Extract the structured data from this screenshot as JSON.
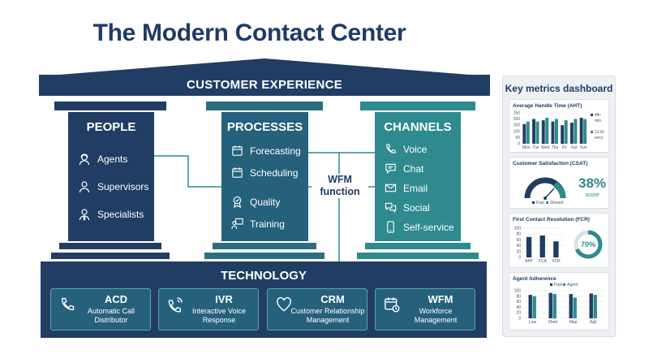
{
  "title": "The Modern Contact Center",
  "roof": {
    "label": "CUSTOMER EXPERIENCE"
  },
  "pillars": [
    {
      "name": "PEOPLE",
      "items": [
        {
          "label": "Agents",
          "icon": "headset-person-icon"
        },
        {
          "label": "Supervisors",
          "icon": "person-icon"
        },
        {
          "label": "Specialists",
          "icon": "person-tie-icon"
        }
      ]
    },
    {
      "name": "PROCESSES",
      "items": [
        {
          "label": "Forecasting",
          "icon": "calendar-icon"
        },
        {
          "label": "Scheduling",
          "icon": "calendar-icon"
        },
        {
          "label": "Quality",
          "icon": "award-icon"
        },
        {
          "label": "Training",
          "icon": "training-icon"
        }
      ]
    },
    {
      "name": "CHANNELS",
      "items": [
        {
          "label": "Voice",
          "icon": "phone-icon"
        },
        {
          "label": "Chat",
          "icon": "chat-icon"
        },
        {
          "label": "Email",
          "icon": "email-icon"
        },
        {
          "label": "Social",
          "icon": "social-icon"
        },
        {
          "label": "Self-service",
          "icon": "mobile-icon"
        }
      ]
    }
  ],
  "wfm_function": {
    "line1": "WFM",
    "line2": "function"
  },
  "technology": {
    "title": "TECHNOLOGY",
    "items": [
      {
        "title": "ACD",
        "subtitle_line1": "Automatic Call",
        "subtitle_line2": "Distributor",
        "icon": "phone-icon"
      },
      {
        "title": "IVR",
        "subtitle_line1": "Interactive Voice",
        "subtitle_line2": "Response",
        "icon": "phone-wave-icon"
      },
      {
        "title": "CRM",
        "subtitle_line1": "Customer Relationship",
        "subtitle_line2": "Management",
        "icon": "heart-icon"
      },
      {
        "title": "WFM",
        "subtitle_line1": "Workforce",
        "subtitle_line2": "Management",
        "icon": "calendar-clock-icon"
      }
    ]
  },
  "colors": {
    "navy": "#213d63",
    "teal": "#25617a",
    "accent": "#2e8a8f"
  },
  "dashboard": {
    "title": "Key metrics dashboard",
    "panels": [
      {
        "title": "Average Handle Time (AHT)",
        "legend": [
          "4th",
          "min",
          "13.6t",
          "secs"
        ]
      },
      {
        "title": "Customer Satisfaction (CSAT)",
        "value": "38%",
        "value_label": "score",
        "legend": [
          "Fast",
          "Slowed"
        ]
      },
      {
        "title": "First Contact Resolution (FCR)",
        "value": "70%"
      },
      {
        "title": "Agent Adherence",
        "legend": [
          "Past",
          "Agent"
        ]
      }
    ]
  },
  "chart_data": [
    {
      "type": "bar",
      "title": "Average Handle Time (AHT)",
      "categories": [
        "Mon",
        "Tue",
        "Wed",
        "Thu",
        "Fri",
        "Sat",
        "Sun"
      ],
      "yticks": [
        0,
        50,
        100,
        150,
        200,
        250
      ],
      "ylim": [
        0,
        250
      ],
      "series": [
        {
          "values": [
            160,
            200,
            190,
            180,
            150,
            170,
            210
          ]
        },
        {
          "values": [
            180,
            180,
            210,
            200,
            190,
            200,
            200
          ]
        }
      ]
    },
    {
      "type": "bar",
      "title": "First Contact Resolution (FCR)",
      "categories": [
        "AHT",
        "FCR",
        "FCR"
      ],
      "yticks": [
        0,
        20,
        40,
        60,
        80,
        100
      ],
      "ylim": [
        0,
        100
      ],
      "series": [
        {
          "values": [
            70,
            75,
            55
          ]
        }
      ]
    },
    {
      "type": "bar",
      "title": "Agent Adherence",
      "categories": [
        "Low",
        "Short",
        "Map",
        "Agh"
      ],
      "yticks": [
        0,
        20,
        40,
        60,
        80,
        100
      ],
      "ylim": [
        0,
        100
      ],
      "series": [
        {
          "name": "Past",
          "values": [
            85,
            92,
            88,
            90
          ]
        },
        {
          "name": "Agent",
          "values": [
            80,
            88,
            75,
            85
          ]
        }
      ]
    }
  ]
}
